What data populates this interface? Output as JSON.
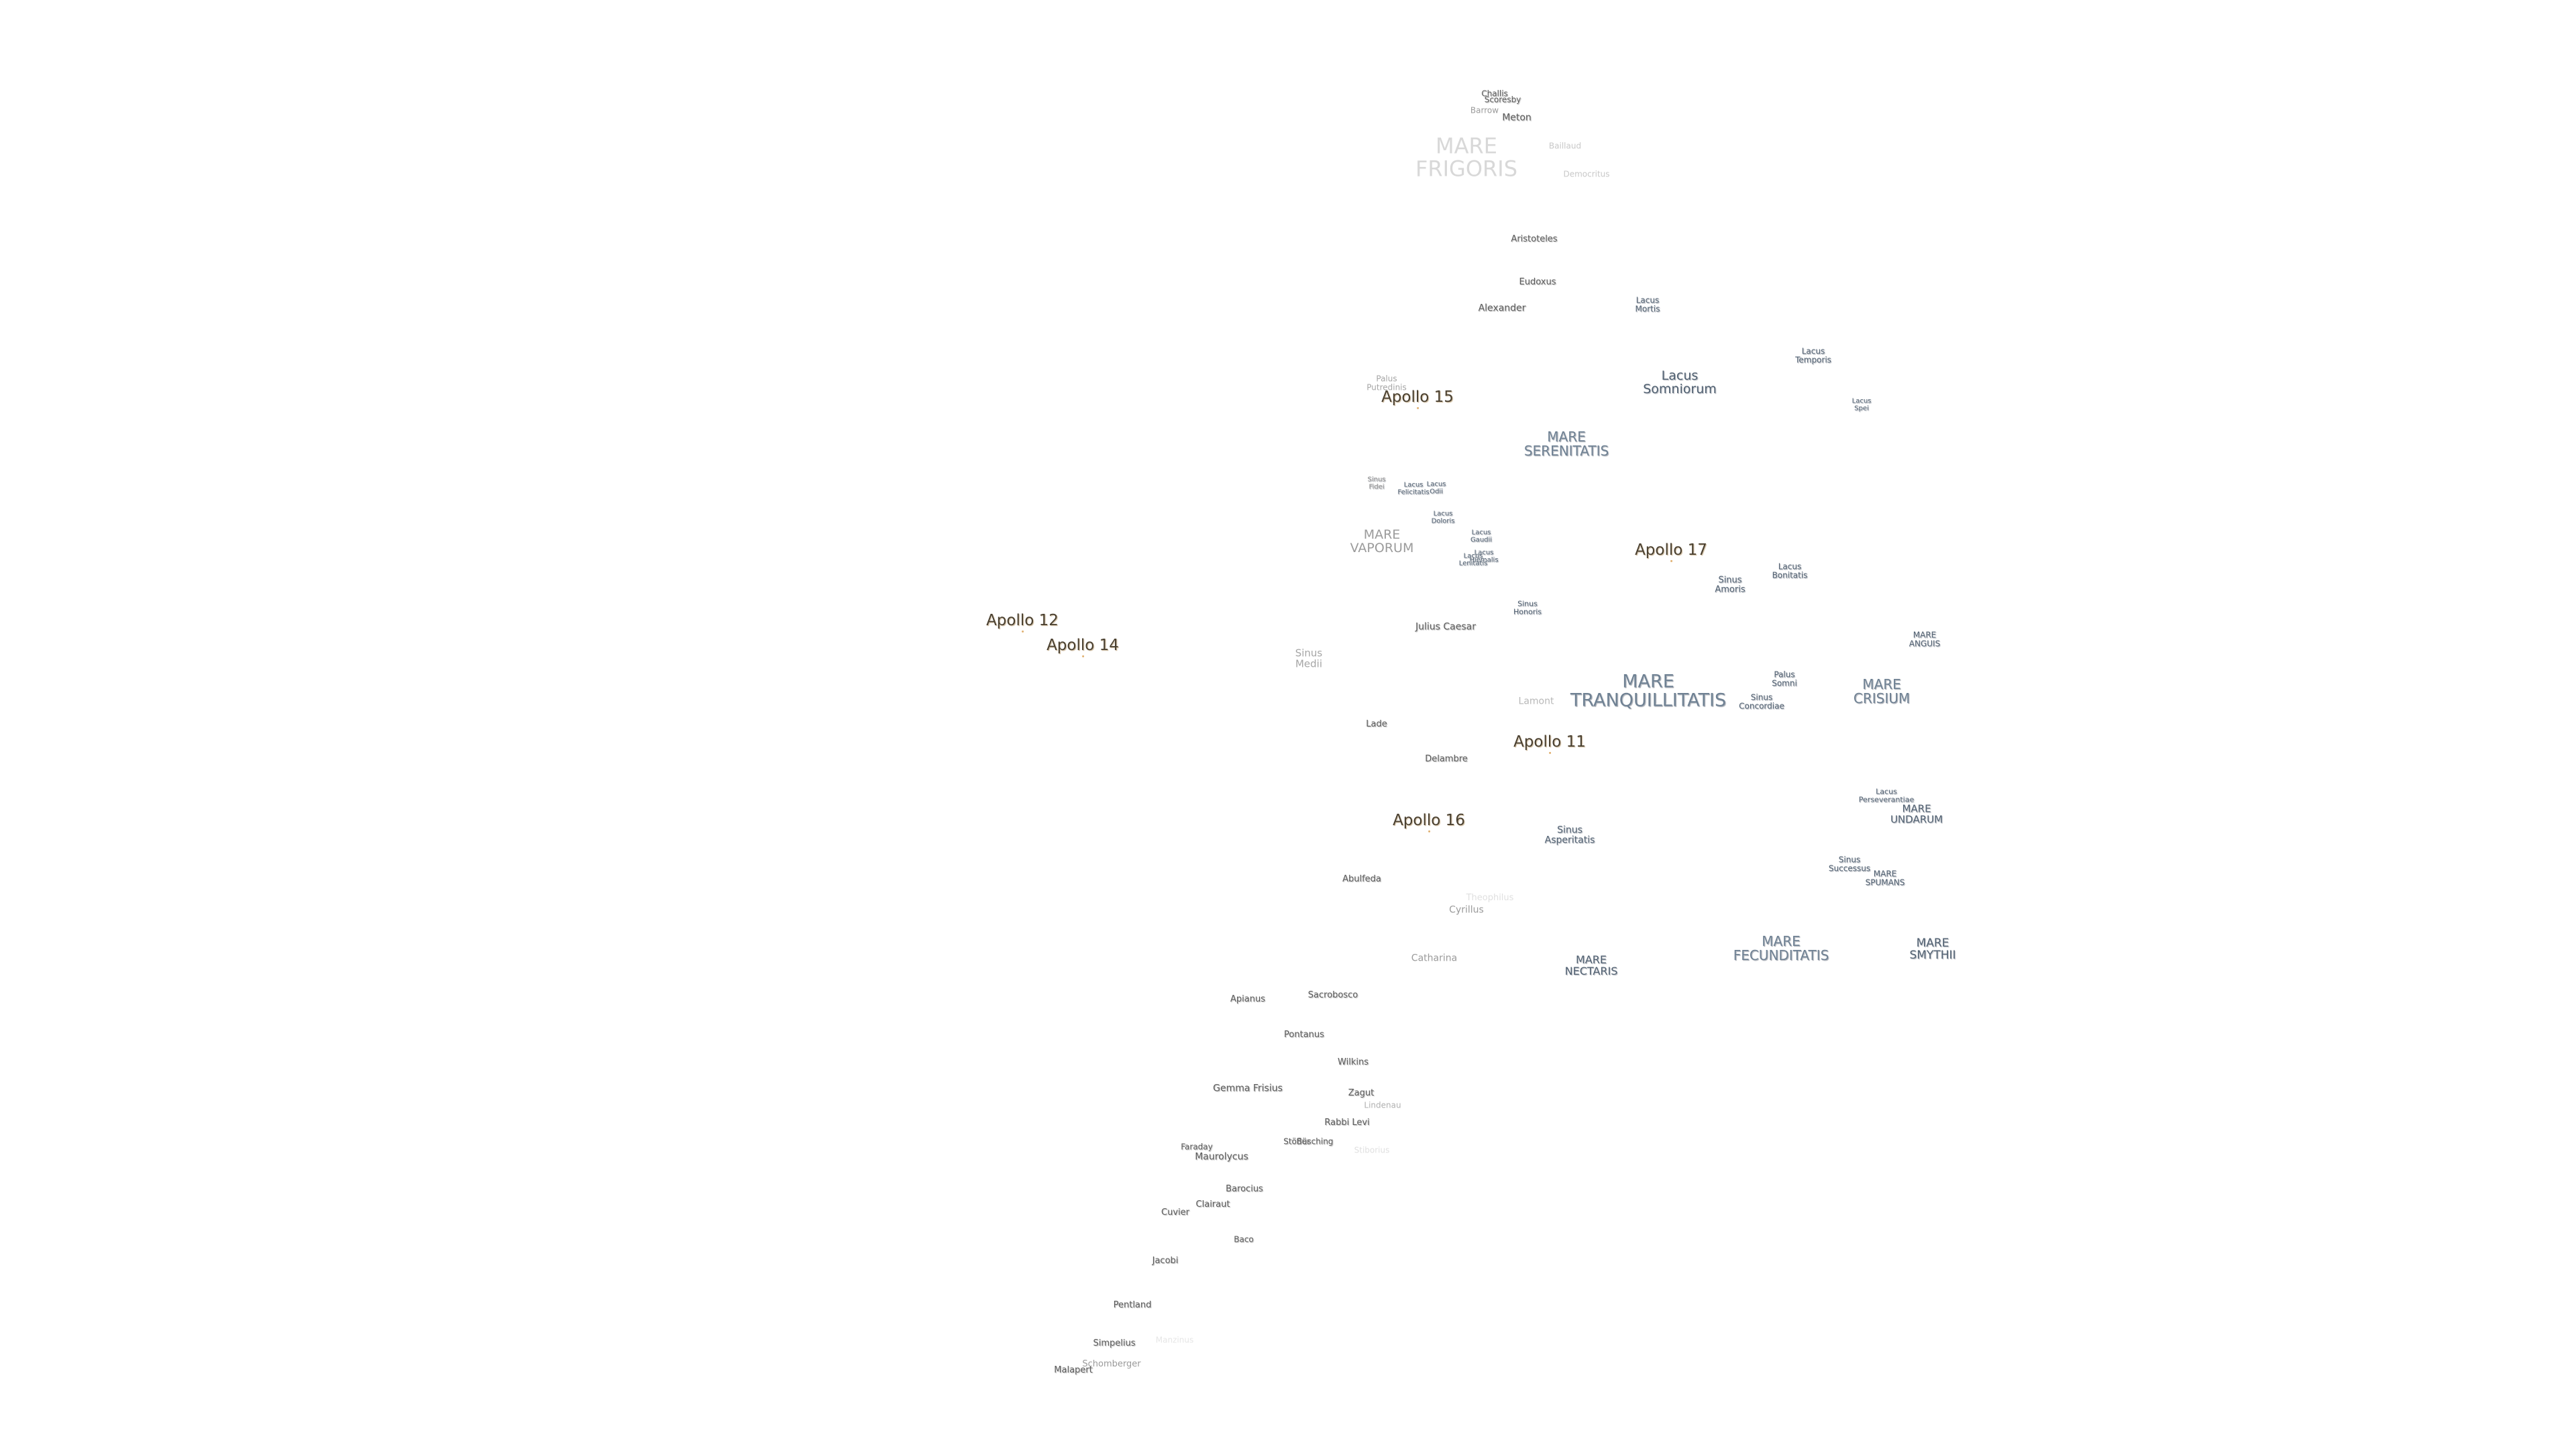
{
  "map": {
    "apollo_sites": [
      {
        "id": "apollo-15",
        "name": "Apollo 15"
      },
      {
        "id": "apollo-17",
        "name": "Apollo 17"
      },
      {
        "id": "apollo-12",
        "name": "Apollo 12"
      },
      {
        "id": "apollo-14",
        "name": "Apollo 14"
      },
      {
        "id": "apollo-11",
        "name": "Apollo 11"
      },
      {
        "id": "apollo-16",
        "name": "Apollo 16"
      }
    ],
    "maria": [
      {
        "id": "frigoris",
        "name": "MARE\nFRIGORIS"
      },
      {
        "id": "serenitatis",
        "name": "MARE\nSERENITATIS"
      },
      {
        "id": "vaporum",
        "name": "MARE\nVAPORUM"
      },
      {
        "id": "tranquillitatis",
        "name": "MARE\nTRANQUILLITATIS"
      },
      {
        "id": "crisium",
        "name": "MARE\nCRISIUM"
      },
      {
        "id": "anguis",
        "name": "MARE\nANGUIS"
      },
      {
        "id": "undarum",
        "name": "MARE\nUNDARUM"
      },
      {
        "id": "spumans",
        "name": "MARE\nSPUMANS"
      },
      {
        "id": "fecunditatis",
        "name": "MARE\nFECUNDITATIS"
      },
      {
        "id": "smythii",
        "name": "MARE\nSMYTHII"
      },
      {
        "id": "nectaris",
        "name": "MARE\nNECTARIS"
      }
    ],
    "lacus_sinus": [
      {
        "id": "lacus-mortis",
        "name": "Lacus\nMortis"
      },
      {
        "id": "lacus-somniorum",
        "name": "Lacus\nSomniorum"
      },
      {
        "id": "lacus-temporis",
        "name": "Lacus\nTemporis"
      },
      {
        "id": "lacus-spei",
        "name": "Lacus\nSpei"
      },
      {
        "id": "palus-putredinis",
        "name": "Palus\nPutredinis"
      },
      {
        "id": "sinus-fidei",
        "name": "Sinus\nFidei"
      },
      {
        "id": "lacus-felicitatis",
        "name": "Lacus\nFelicitatis"
      },
      {
        "id": "lacus-odii",
        "name": "Lacus\nOdii"
      },
      {
        "id": "lacus-doloris",
        "name": "Lacus\nDoloris"
      },
      {
        "id": "lacus-gaudii",
        "name": "Lacus\nGaudii"
      },
      {
        "id": "lacus-hiemalis",
        "name": "Lacus\nHiemalis"
      },
      {
        "id": "lacus-lenitatis",
        "name": "Lacus\nLenitatis"
      },
      {
        "id": "sinus-honoris",
        "name": "Sinus\nHonoris"
      },
      {
        "id": "sinus-amoris",
        "name": "Sinus\nAmoris"
      },
      {
        "id": "lacus-bonitatis",
        "name": "Lacus\nBonitatis"
      },
      {
        "id": "sinus-medii",
        "name": "Sinus\nMedii"
      },
      {
        "id": "palus-somni",
        "name": "Palus\nSomni"
      },
      {
        "id": "sinus-concordiae",
        "name": "Sinus\nConcordiae"
      },
      {
        "id": "lacus-perseverantiae",
        "name": "Lacus\nPerseverantiae"
      },
      {
        "id": "sinus-successus",
        "name": "Sinus\nSuccessus"
      },
      {
        "id": "sinus-asperitatis",
        "name": "Sinus\nAsperitatis"
      }
    ],
    "craters": [
      {
        "id": "challis",
        "name": "Challis"
      },
      {
        "id": "scoresby",
        "name": "Scoresby"
      },
      {
        "id": "barrow",
        "name": "Barrow"
      },
      {
        "id": "meton",
        "name": "Meton"
      },
      {
        "id": "baillaud",
        "name": "Baillaud"
      },
      {
        "id": "democritus",
        "name": "Democritus"
      },
      {
        "id": "aristoteles",
        "name": "Aristoteles"
      },
      {
        "id": "eudoxus",
        "name": "Eudoxus"
      },
      {
        "id": "alexander",
        "name": "Alexander"
      },
      {
        "id": "julius-caesar",
        "name": "Julius Caesar"
      },
      {
        "id": "lamont",
        "name": "Lamont"
      },
      {
        "id": "lade",
        "name": "Lade"
      },
      {
        "id": "delambre",
        "name": "Delambre"
      },
      {
        "id": "abulfeda",
        "name": "Abulfeda"
      },
      {
        "id": "theophilus",
        "name": "Theophilus"
      },
      {
        "id": "cyrillus",
        "name": "Cyrillus"
      },
      {
        "id": "catharina",
        "name": "Catharina"
      },
      {
        "id": "sacrobosco",
        "name": "Sacrobosco"
      },
      {
        "id": "apianus",
        "name": "Apianus"
      },
      {
        "id": "pontanus",
        "name": "Pontanus"
      },
      {
        "id": "wilkins",
        "name": "Wilkins"
      },
      {
        "id": "gemma-frisius",
        "name": "Gemma Frisius"
      },
      {
        "id": "zagut",
        "name": "Zagut"
      },
      {
        "id": "lindenau",
        "name": "Lindenau"
      },
      {
        "id": "rabbi-levi",
        "name": "Rabbi Levi"
      },
      {
        "id": "stiborius",
        "name": "Stiborius"
      },
      {
        "id": "faraday",
        "name": "Faraday"
      },
      {
        "id": "maurolycus",
        "name": "Maurolycus"
      },
      {
        "id": "stofler",
        "name": "Stöfler"
      },
      {
        "id": "buching",
        "name": "Büsching"
      },
      {
        "id": "barocius",
        "name": "Barocius"
      },
      {
        "id": "clairaut",
        "name": "Clairaut"
      },
      {
        "id": "cuvier",
        "name": "Cuvier"
      },
      {
        "id": "baco",
        "name": "Baco"
      },
      {
        "id": "jacobi",
        "name": "Jacobi"
      },
      {
        "id": "pentland",
        "name": "Pentland"
      },
      {
        "id": "simpelius",
        "name": "Simpelius"
      },
      {
        "id": "manzinus",
        "name": "Manzinus"
      },
      {
        "id": "schomberger",
        "name": "Schomberger"
      },
      {
        "id": "malapert",
        "name": "Malapert"
      }
    ]
  }
}
